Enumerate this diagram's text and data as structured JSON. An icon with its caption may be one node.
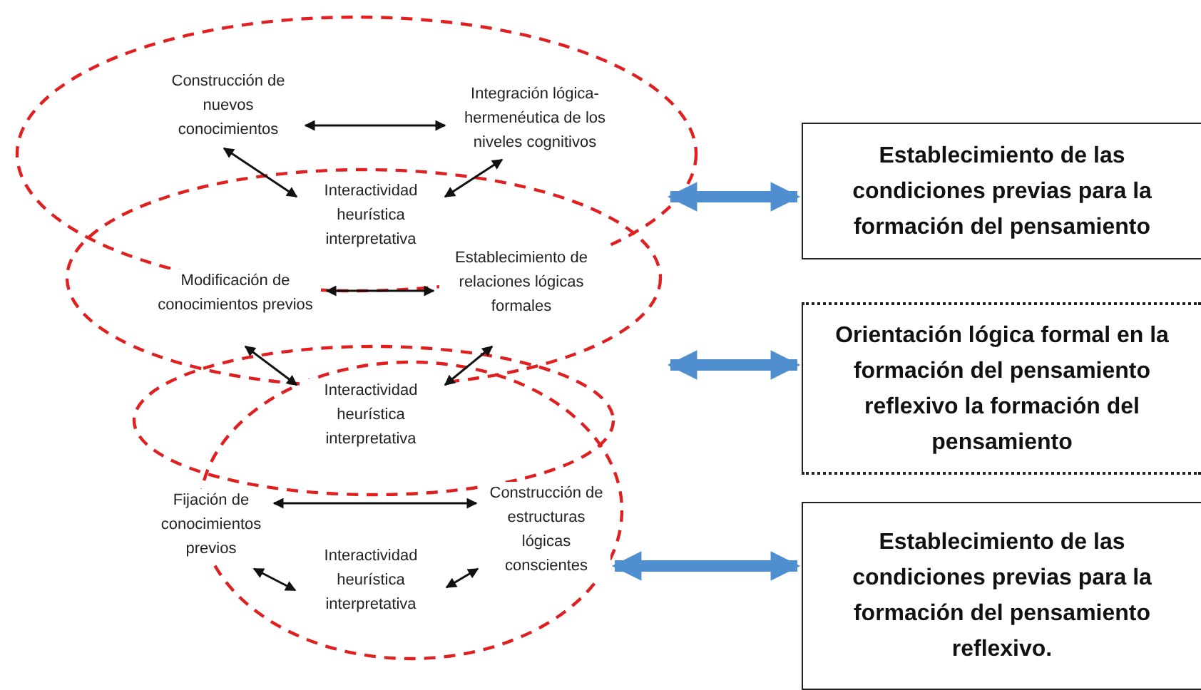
{
  "diagram": {
    "nodes": [
      {
        "text": [
          "Construcción de nuevos conocimientos"
        ]
      },
      {
        "text": [
          "Integración lógica-hermenéutica de los niveles cognitivos"
        ]
      },
      {
        "text": [
          "Interactividad heurística interpretativa"
        ]
      },
      {
        "text": [
          "Modificación de conocimientos previos"
        ]
      },
      {
        "text": [
          "Establecimiento de relaciones lógicas formales"
        ]
      },
      {
        "text": [
          "Interactividad heurística interpretativa"
        ]
      },
      {
        "text": [
          "Fijación de conocimientos previos"
        ]
      },
      {
        "text": [
          "Construcción de estructuras lógicas conscientes"
        ]
      },
      {
        "text": [
          "Interactividad heurística interpretativa"
        ]
      },
      {
        "text": [
          "Establecimiento de las condiciones previas para la formación del pensamiento"
        ]
      },
      {
        "text": [
          "Orientación lógica formal en la formación del pensamiento reflexivo la formación del pensamiento"
        ]
      },
      {
        "text": [
          "Establecimiento de las condiciones previas para la formación del pensamiento reflexivo."
        ]
      }
    ],
    "edges": [
      {
        "from": 0,
        "to": 1,
        "arrow": "both"
      },
      {
        "from": 2,
        "to": 0,
        "arrow": "both"
      },
      {
        "from": 2,
        "to": 1,
        "arrow": "both"
      },
      {
        "from": 3,
        "to": 4,
        "arrow": "both"
      },
      {
        "from": 5,
        "to": 3,
        "arrow": "both"
      },
      {
        "from": 5,
        "to": 4,
        "arrow": "both"
      },
      {
        "from": 6,
        "to": 7,
        "arrow": "both"
      },
      {
        "from": 8,
        "to": 6,
        "arrow": "both"
      },
      {
        "from": 8,
        "to": 7,
        "arrow": "both"
      },
      {
        "from": null,
        "to": 9,
        "arrow": "both",
        "style": "thick",
        "color": "#4f8fd0"
      },
      {
        "from": null,
        "to": 10,
        "arrow": "both",
        "style": "thick",
        "color": "#4f8fd0"
      },
      {
        "from": 7,
        "to": 11,
        "arrow": "both",
        "style": "thick",
        "color": "#4f8fd0"
      }
    ]
  }
}
